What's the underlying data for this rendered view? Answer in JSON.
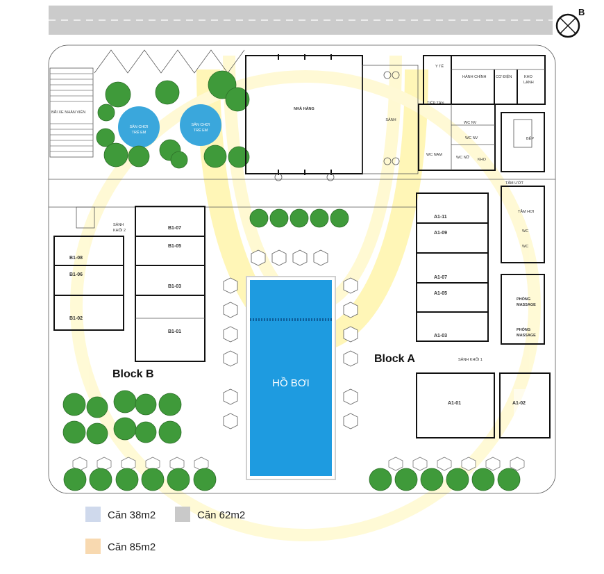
{
  "compass": {
    "letter": "B"
  },
  "labels": {
    "parking": "BÃI XE NHÂN VIÊN",
    "play1": [
      "SÂN CHƠI",
      "TRẺ EM"
    ],
    "play2": [
      "SÂN CHƠI",
      "TRẺ EM"
    ],
    "restaurant": "NHÀ HÀNG",
    "lobby": "SẢNH",
    "medical": "Y TẾ",
    "admin": "HÀNH CHÍNH",
    "electric": "CƠ ĐIỆN",
    "cold_storage": [
      "KHO",
      "LẠNH"
    ],
    "reception": "TIẾP TÂN",
    "wc_staff_1": "WC NV",
    "wc_staff_2": "WC NV",
    "wc_male": "WC NAM",
    "wc_female": "WC NỮ",
    "storage": "KHO",
    "kitchen": "BẾP",
    "wet_bath": "TẮM ƯỚT",
    "steam_bath": "TẮM HƠI",
    "wc_1": "WC",
    "wc_2": "WC",
    "massage_1": [
      "PHÒNG",
      "MASSAGE"
    ],
    "massage_2": [
      "PHÒNG",
      "MASSAGE"
    ],
    "lobby_block2": [
      "SẢNH",
      "KHỐI 2"
    ],
    "lobby_block1": "SẢNH   KHỐI 1",
    "pool": "HỒ BƠI",
    "block_a": "Block A",
    "block_b": "Block B"
  },
  "units": {
    "b107": "B1-07",
    "b105": "B1-05",
    "b103": "B1-03",
    "b101": "B1-01",
    "b108": "B1-08",
    "b106": "B1-06",
    "b102": "B1-02",
    "a111": "A1-11",
    "a109": "A1-09",
    "a107": "A1-07",
    "a105": "A1-05",
    "a103": "A1-03",
    "a101": "A1-01",
    "a102": "A1-02"
  },
  "legend": [
    {
      "label": "Căn 38m2",
      "color": "#cfd9ec"
    },
    {
      "label": "Căn 62m2",
      "color": "#c9c9c9"
    },
    {
      "label": "Căn 85m2",
      "color": "#f8d9b0"
    }
  ],
  "colors": {
    "pool": "#1e9be0",
    "tree": "#3f9a3a",
    "watermark": "#fff6b0"
  }
}
